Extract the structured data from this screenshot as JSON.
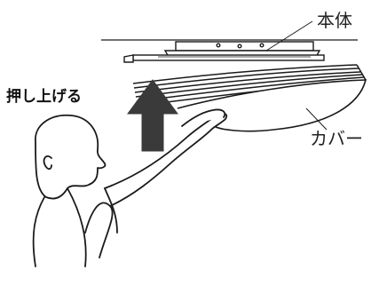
{
  "labels": {
    "body": "本体",
    "cover": "カバー",
    "push_up": "押し上げる"
  },
  "colors": {
    "line": "#1a1a1a",
    "arrow": "#3a3a3a",
    "background": "#ffffff"
  },
  "icons": {
    "arrow": "up-arrow-icon"
  }
}
